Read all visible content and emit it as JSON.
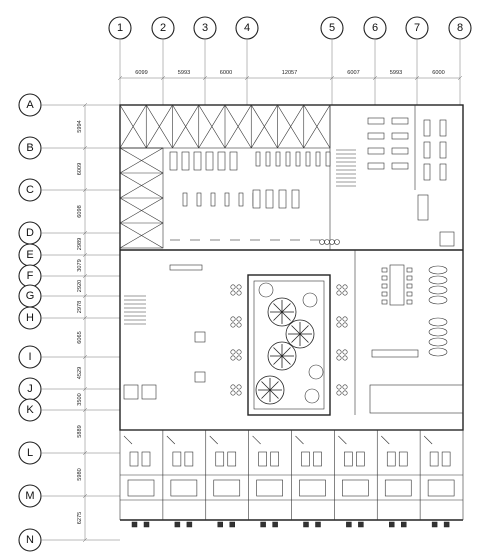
{
  "grid": {
    "columns": [
      "1",
      "2",
      "3",
      "4",
      "5",
      "6",
      "7",
      "8"
    ],
    "column_dimensions": [
      "6099",
      "5993",
      "6000",
      "12057",
      "6007",
      "5993",
      "6000"
    ],
    "rows": [
      "A",
      "B",
      "C",
      "D",
      "E",
      "F",
      "G",
      "H",
      "I",
      "J",
      "K",
      "L",
      "M",
      "N"
    ],
    "row_dimensions": [
      "5994",
      "6009",
      "6098",
      "2989",
      "3079",
      "2920",
      "2978",
      "6065",
      "4529",
      "3500",
      "5889",
      "5980",
      "6275"
    ]
  }
}
